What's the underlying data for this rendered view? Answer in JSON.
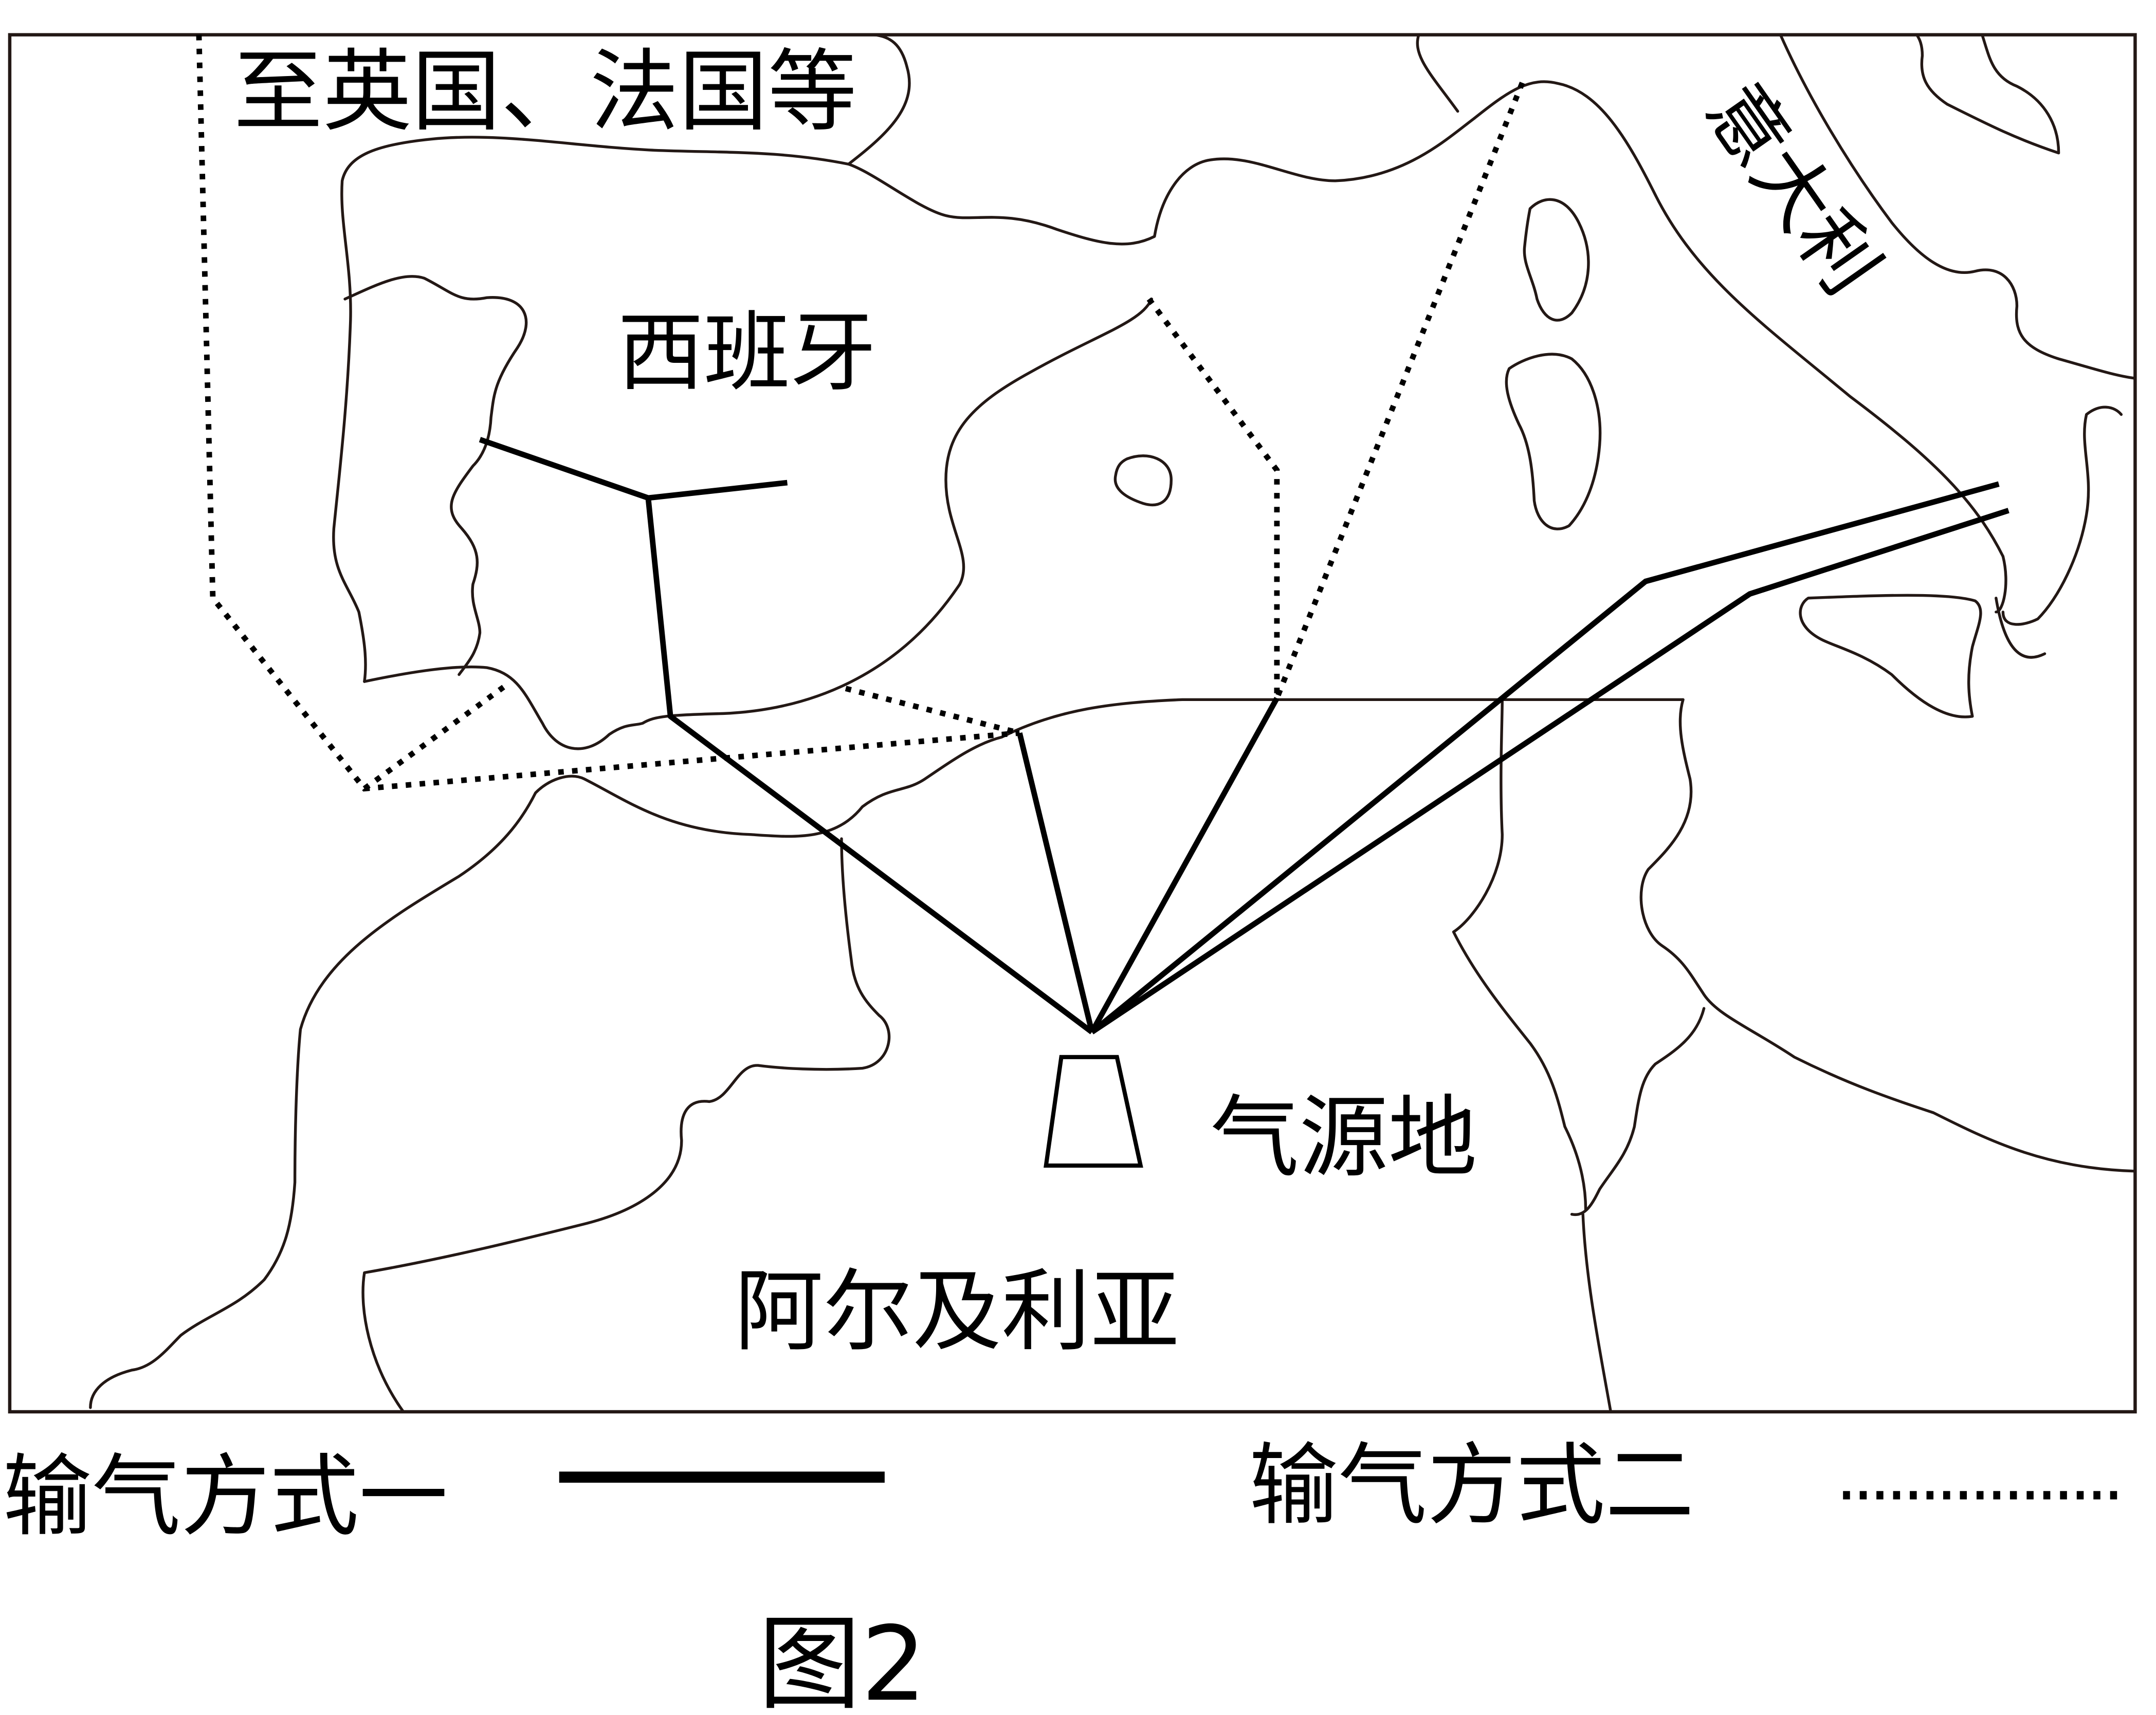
{
  "figure": {
    "caption": "图2",
    "labels": {
      "destination": "至英国、法国等",
      "spain": "西班牙",
      "italy": "意大利",
      "gas_source": "气源地",
      "algeria": "阿尔及利亚"
    },
    "legend": [
      {
        "label": "输气方式一",
        "style": "solid"
      },
      {
        "label": "输气方式二",
        "style": "dotted"
      }
    ],
    "colors": {
      "line": "#000000",
      "coast": "#231815",
      "background": "#ffffff"
    }
  }
}
